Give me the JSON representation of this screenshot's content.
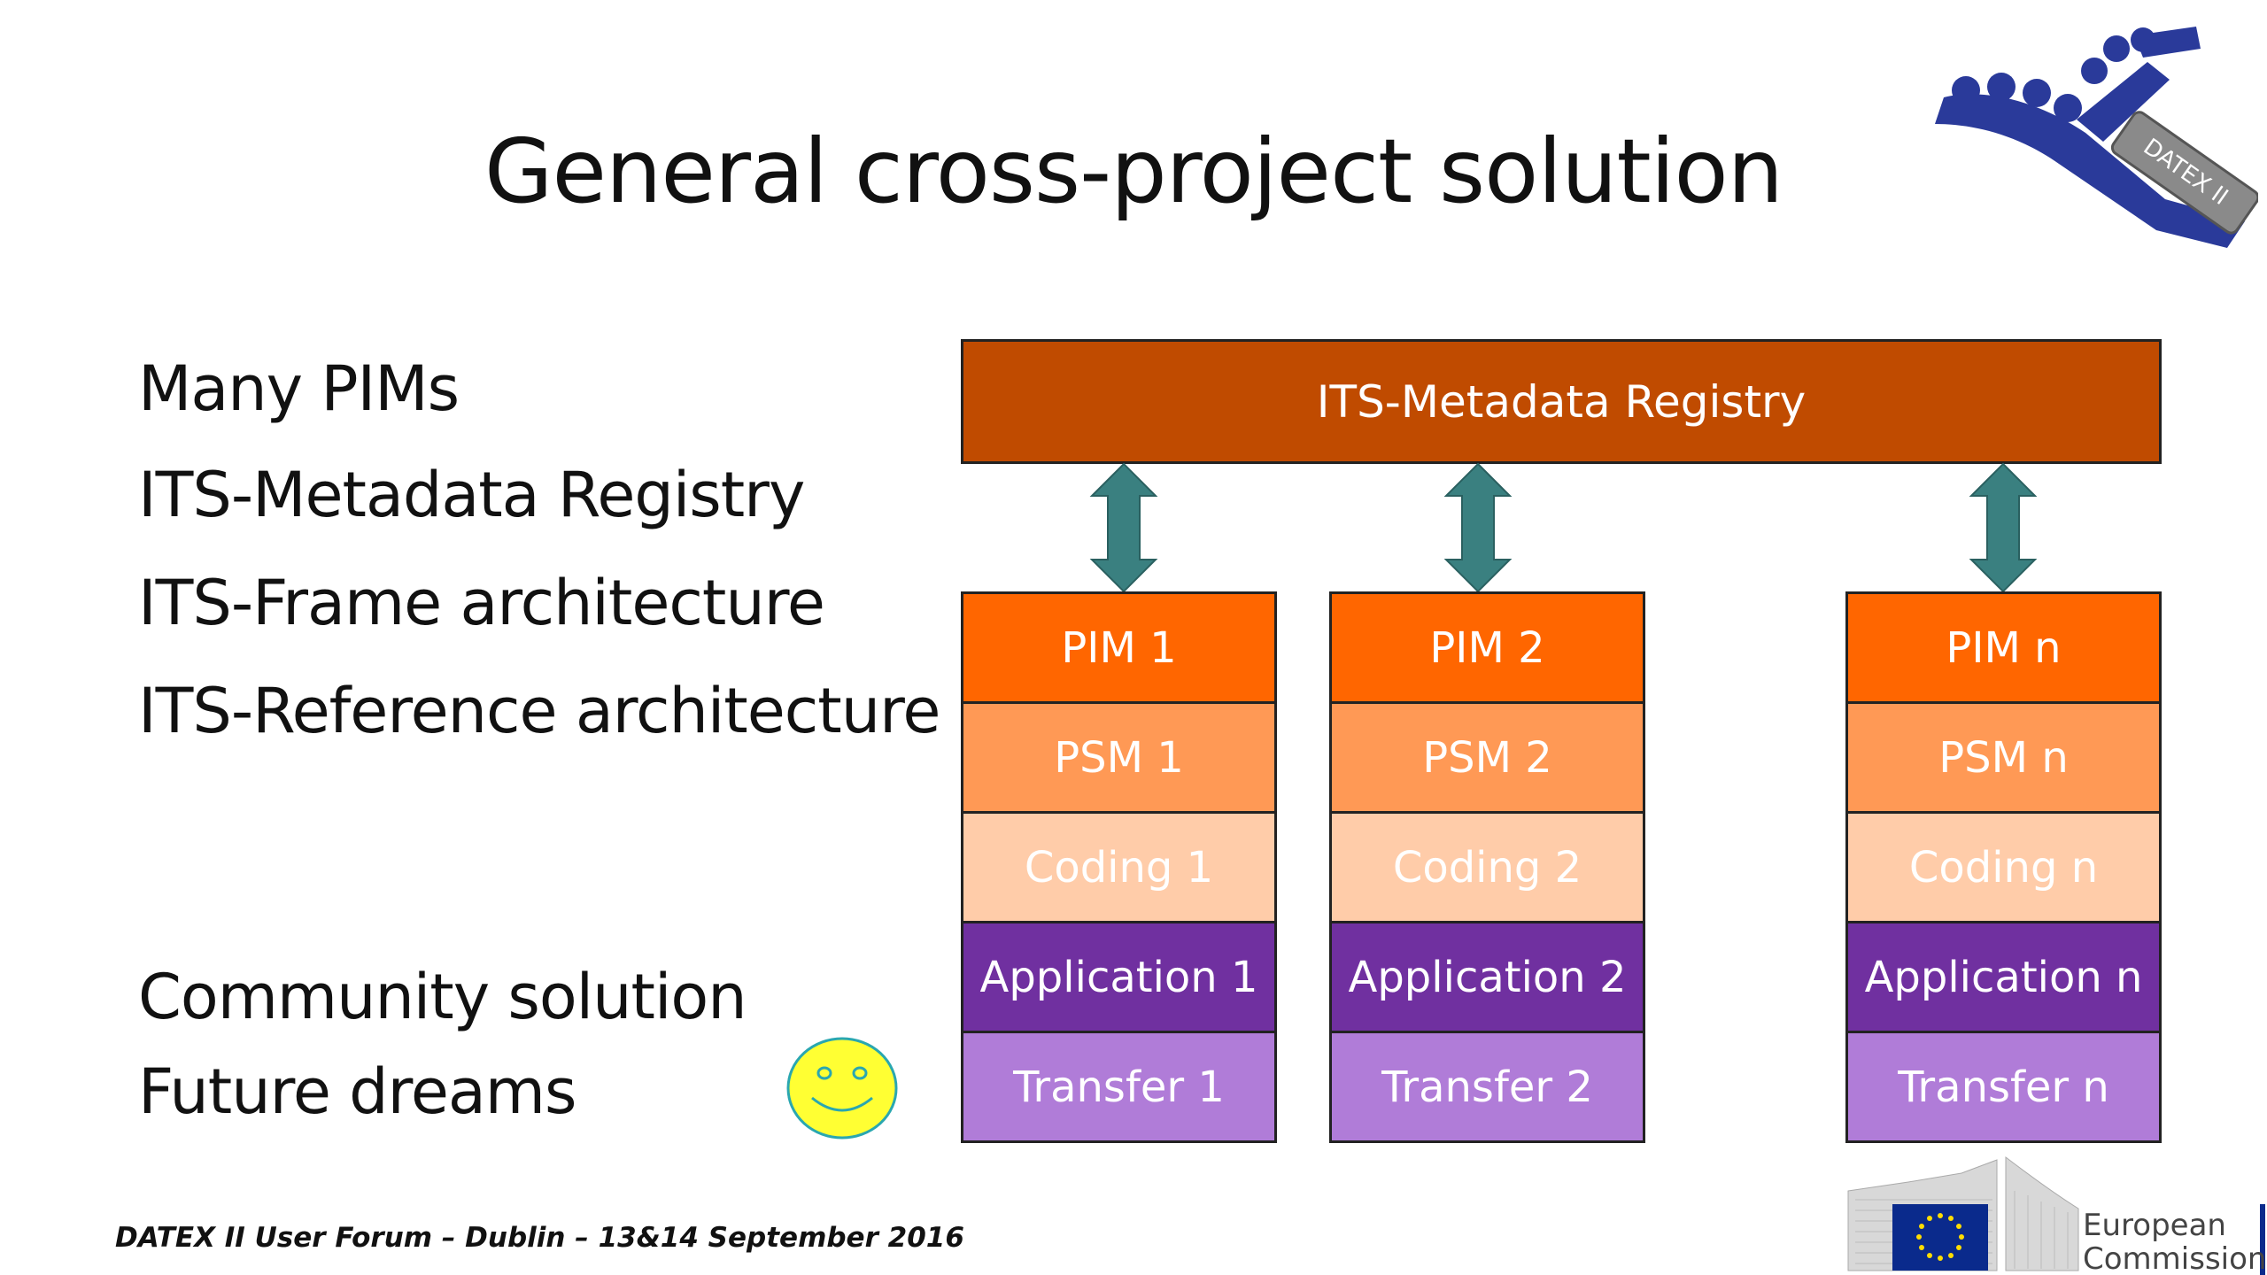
{
  "title": "General cross-project solution",
  "bullets": [
    "Many PIMs",
    "ITS-Metadata Registry",
    "ITS-Frame architecture",
    "ITS-Reference architecture",
    "Community solution",
    "Future dreams"
  ],
  "registry_label": "ITS-Metadata Registry",
  "stacks": [
    {
      "pim": "PIM 1",
      "psm": "PSM 1",
      "coding": "Coding 1",
      "application": "Application 1",
      "transfer": "Transfer 1"
    },
    {
      "pim": "PIM 2",
      "psm": "PSM 2",
      "coding": "Coding 2",
      "application": "Application 2",
      "transfer": "Transfer 2"
    },
    {
      "pim": "PIM n",
      "psm": "PSM n",
      "coding": "Coding n",
      "application": "Application n",
      "transfer": "Transfer n"
    }
  ],
  "footer": "DATEX II User Forum – Dublin – 13&14 September 2016",
  "logos": {
    "datex_text": "DATEX II",
    "ec_line1": "European",
    "ec_line2": "Commission"
  },
  "colors": {
    "registry": "#c04b00",
    "pim": "#ff6600",
    "psm": "#ff9955",
    "coding": "#ffcca9",
    "application": "#7030a0",
    "transfer": "#b07cd8",
    "arrow": "#3a8080"
  },
  "icons": {
    "smiley": "smiley-icon",
    "arrows": "double-arrow-icon"
  }
}
